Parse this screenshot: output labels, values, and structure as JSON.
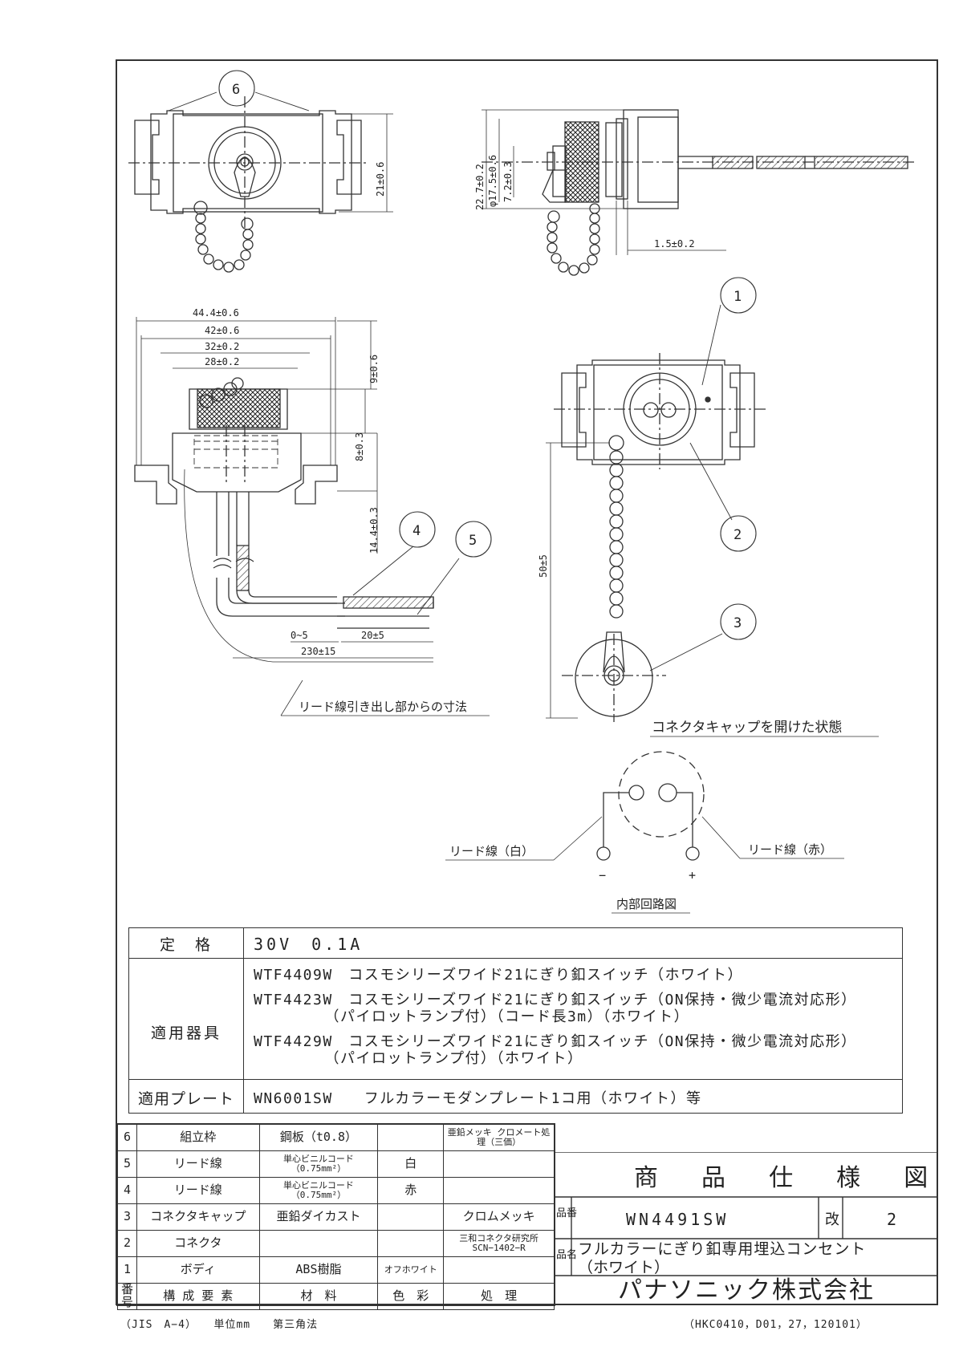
{
  "drawing": {
    "balloons": [
      "6",
      "1",
      "2",
      "3",
      "4",
      "5"
    ],
    "dims_top_left": {
      "h": "21±0.6"
    },
    "dims_top_right": {
      "d1": "22.7±0.2",
      "d2": "φ17.5±0.6",
      "d3": "7.2±0.3",
      "d4": "1.5±0.2"
    },
    "dims_front": {
      "w1": "44.4±0.6",
      "w2": "42±0.6",
      "w3": "32±0.2",
      "w4": "28±0.2",
      "h1": "9±0.6",
      "h2": "8±0.3",
      "h3": "14.4±0.3"
    },
    "dims_leads": {
      "a": "0~5",
      "b": "20±5",
      "c": "230±15"
    },
    "note_leads": "リード線引き出し部からの寸法",
    "dim_chain": "50±5",
    "note_cap_open": "コネクタキャップを開けた状態",
    "circuit": {
      "left_lead": "リード線（白）",
      "right_lead": "リード線（赤）",
      "minus": "−",
      "plus": "+",
      "caption": "内部回路図"
    }
  },
  "spec": {
    "rating_label": "定　格",
    "rating_value": "30V　0.1A",
    "applicable_label": "適用器具",
    "applicable_lines": [
      "WTF4409W　コスモシリーズワイド21にぎり釦スイッチ（ホワイト）",
      "WTF4423W　コスモシリーズワイド21にぎり釦スイッチ（ON保持・微少電流対応形）",
      "　　　　　（パイロットランプ付）（コード長3m）（ホワイト）",
      "WTF4429W　コスモシリーズワイド21にぎり釦スイッチ（ON保持・微少電流対応形）",
      "　　　　　（パイロットランプ付）（ホワイト）"
    ],
    "plate_label": "適用プレート",
    "plate_value": "WN6001SW　　フルカラーモダンプレート1コ用（ホワイト）等"
  },
  "parts": {
    "rows": [
      {
        "no": "6",
        "name": "組立枠",
        "material": "鋼板（t0.8）",
        "color": "",
        "finish": "亜鉛メッキ クロメート処理（三価）"
      },
      {
        "no": "5",
        "name": "リード線",
        "material": "単心ビニルコード （0.75mm²）",
        "color": "白",
        "finish": ""
      },
      {
        "no": "4",
        "name": "リード線",
        "material": "単心ビニルコード （0.75mm²）",
        "color": "赤",
        "finish": ""
      },
      {
        "no": "3",
        "name": "コネクタキャップ",
        "material": "亜鉛ダイカスト",
        "color": "",
        "finish": "クロムメッキ"
      },
      {
        "no": "2",
        "name": "コネクタ",
        "material": "",
        "color": "",
        "finish": "三和コネクタ研究所 SCN−1402−R"
      },
      {
        "no": "1",
        "name": "ボディ",
        "material": "ABS樹脂",
        "color": "オフホワイト",
        "finish": ""
      }
    ],
    "header": {
      "no": "番号",
      "name": "構 成 要 素",
      "material": "材　料",
      "color": "色　彩",
      "finish": "処　理"
    }
  },
  "titleblock": {
    "heading": "商 品 仕 様 図",
    "hinban_label": "品番",
    "hinban": "WN4491SW",
    "rev_label": "改",
    "rev": "2",
    "hinmei_label": "品名",
    "hinmei_1": "フルカラーにぎり釦専用埋込コンセント",
    "hinmei_2": "（ホワイト）",
    "company": "パナソニック株式会社"
  },
  "footer": {
    "left": "（JIS　A−4）　　単位mm　　第三角法",
    "right": "（HKC0410，D01，27，120101）"
  }
}
